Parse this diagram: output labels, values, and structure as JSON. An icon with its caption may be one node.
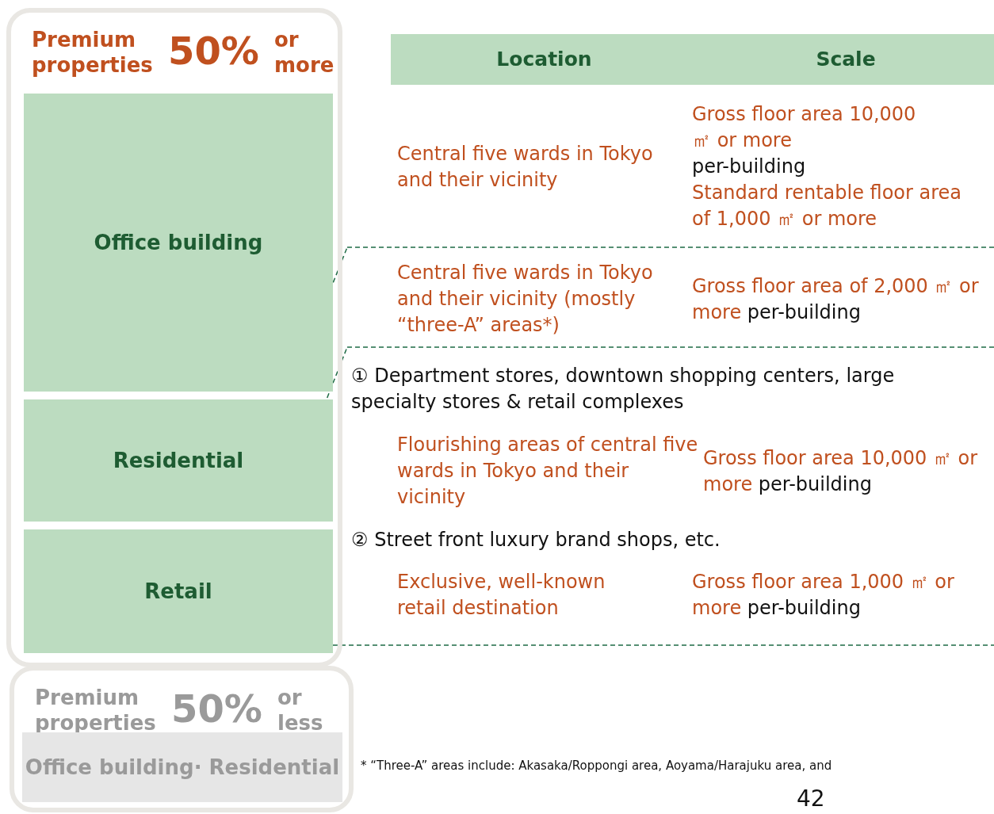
{
  "diagram": {
    "nodes": [
      {
        "text": [
          "Premium properties",
          "50%",
          "or more"
        ]
      },
      {
        "text": [
          "Office building"
        ],
        "in": 0
      },
      {
        "text": [
          "Residential"
        ],
        "in": 0
      },
      {
        "text": [
          "Retail"
        ],
        "in": 0
      },
      {
        "text": [
          "Premium properties",
          "50%",
          "or less"
        ]
      },
      {
        "text": [
          "Office building· Residential"
        ],
        "in": 4
      }
    ],
    "edges": [],
    "labels": [
      "Location",
      "Scale",
      "Central five wards in Tokyo and their vicinity",
      "Gross floor area 10,000 ㎡ or more",
      "per-building",
      "Standard rentable floor area of 1,000 ㎡ or more",
      "Central five wards in Tokyo and their vicinity (mostly “three-A” areas*)",
      "Gross floor area of 2,000 ㎡ or more",
      "per-building",
      "① Department stores, downtown shopping centers, large specialty stores & retail complexes",
      "Flourishing areas of central five wards in Tokyo and their vicinity",
      "Gross floor area 10,000 ㎡ or more",
      "per-building",
      "② Street front luxury brand shops, etc.",
      "Exclusive, well-known retail destination",
      "Gross floor area 1,000 ㎡ or more",
      "per-building",
      "* “Three-A” areas include: Akasaka/Roppongi area, Aoyama/Harajuku area, and",
      "42"
    ]
  }
}
